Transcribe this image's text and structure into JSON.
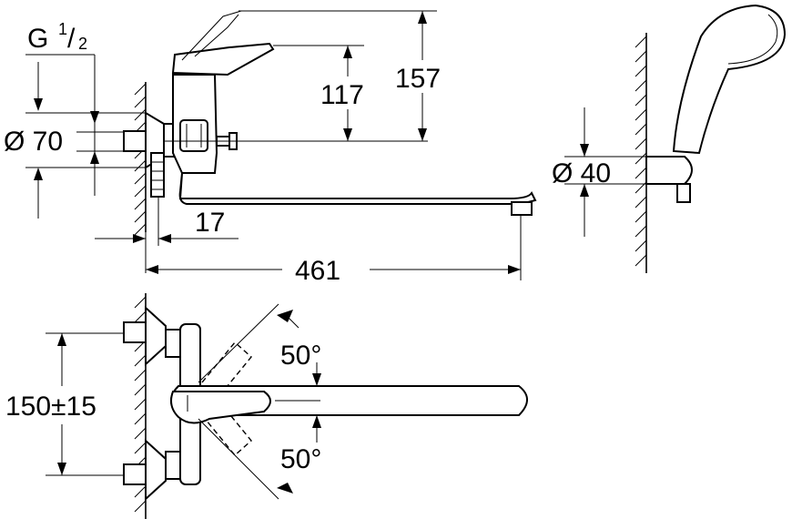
{
  "dimensions": {
    "thread_main": "G",
    "thread_num": "1",
    "thread_den": "2",
    "dia_inlet": "Ø 70",
    "height_lever": "117",
    "height_total": "157",
    "offset_wall": "17",
    "spout_length": "461",
    "dia_holder": "Ø 40",
    "center_distance": "150±15",
    "angle_top": "50°",
    "angle_bottom": "50°"
  }
}
